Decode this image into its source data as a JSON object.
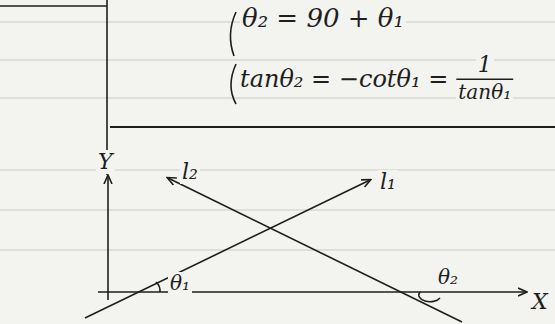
{
  "diagram": {
    "labels": [
      "θ₂ = 90 + θ₁",
      "tanθ₂ = −cotθ₁ =",
      "1",
      "tanθ₁",
      "Y",
      "X",
      "l₂",
      "l₁",
      "θ₁",
      "θ₂"
    ]
  }
}
